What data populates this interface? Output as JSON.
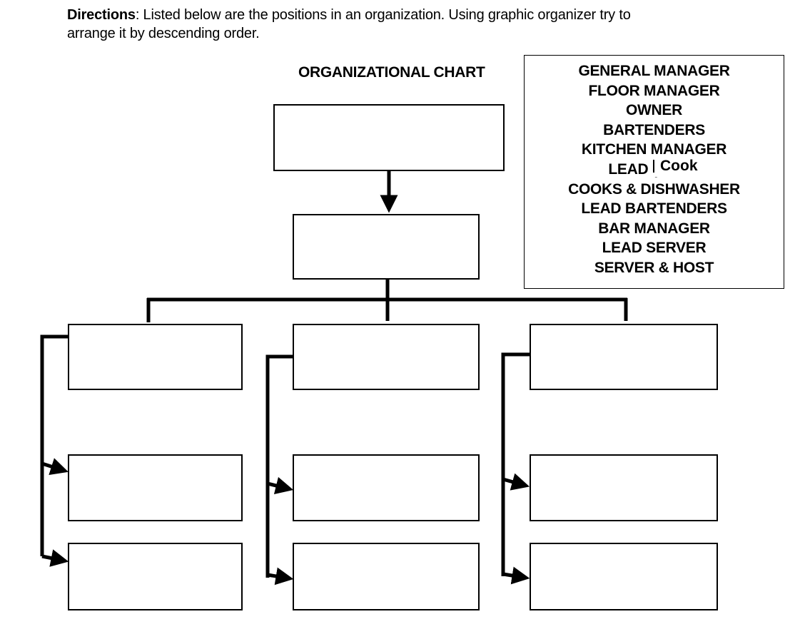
{
  "directions": {
    "label": "Directions",
    "text": ": Listed below are the positions in an organization. Using graphic organizer try to",
    "text_line2": "arrange it by descending order."
  },
  "chart_title": "ORGANIZATIONAL CHART",
  "positions": [
    "GENERAL MANAGER",
    "FLOOR MANAGER",
    "OWNER",
    "BARTENDERS",
    "KITCHEN MANAGER",
    "LEAD (",
    "COOKS & DISHWASHER",
    "LEAD BARTENDERS",
    "BAR MANAGER",
    "LEAD SERVER",
    "SERVER & HOST"
  ],
  "overlay_text": "Cook",
  "chart_boxes": [
    {
      "id": "level-1",
      "text": ""
    },
    {
      "id": "level-2",
      "text": ""
    },
    {
      "id": "dept-left",
      "text": ""
    },
    {
      "id": "dept-middle",
      "text": ""
    },
    {
      "id": "dept-right",
      "text": ""
    },
    {
      "id": "left-sub-1",
      "text": ""
    },
    {
      "id": "left-sub-2",
      "text": ""
    },
    {
      "id": "middle-sub-1",
      "text": ""
    },
    {
      "id": "middle-sub-2",
      "text": ""
    },
    {
      "id": "right-sub-1",
      "text": ""
    },
    {
      "id": "right-sub-2",
      "text": ""
    }
  ]
}
